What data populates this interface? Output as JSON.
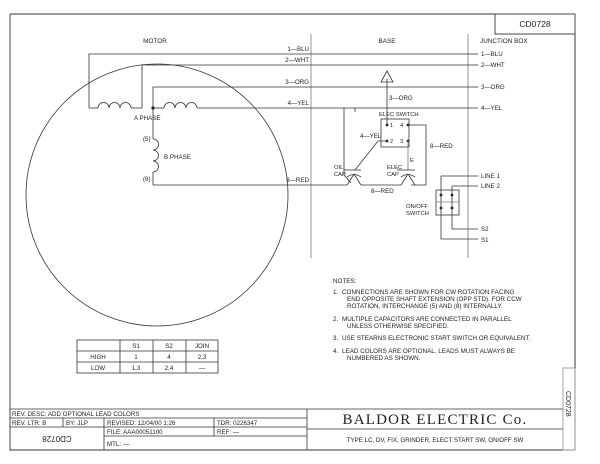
{
  "drawing_number": "CD0728",
  "drawing_number_rotated": "CD0728",
  "sections": {
    "motor": "MOTOR",
    "base": "BASE",
    "junction_box": "JUNCTION BOX"
  },
  "leads": {
    "blu": "1—BLU",
    "wht": "2—WHT",
    "org": "3—ORG",
    "yel": "4—YEL",
    "red": "8—RED",
    "yel_switch": "4—YEL",
    "org_switch": "3—ORG",
    "red_switch": "8—RED",
    "red_caps": "8—RED"
  },
  "motor_labels": {
    "a_phase": "A PHASE",
    "b_phase": "B PHASE",
    "lead5": "(5)",
    "lead8": "(8)"
  },
  "base_labels": {
    "elec_switch": "ELEC SWITCH",
    "terminal_1": "1",
    "terminal_2": "2",
    "terminal_3": "3",
    "terminal_4": "4",
    "e_marker": "E",
    "oil_cap_line1": "OIL",
    "oil_cap_line2": "CAP",
    "elec_cap_line1": "ELEC",
    "elec_cap_line2": "CAP",
    "onoff_line1": "ON/OFF",
    "onoff_line2": "SWITCH"
  },
  "junction_labels": {
    "line1": "LINE 1",
    "line2": "LINE 2",
    "s2": "S2",
    "s1": "S1"
  },
  "notes": {
    "title": "NOTES:",
    "items": [
      {
        "num": "1.",
        "lines": [
          "CONNECTIONS ARE SHOWN FOR CW ROTATION FACING",
          "END OPPOSITE SHAFT EXTENSION (OPP STD).  FOR CCW",
          "ROTATION, INTERCHANGE (5) AND (8) INTERNALLY."
        ]
      },
      {
        "num": "2.",
        "lines": [
          "MULTIPLE CAPACITORS ARE CONNECTED IN PARALLEL",
          "UNLESS OTHERWISE SPECIFIED."
        ]
      },
      {
        "num": "3.",
        "lines": [
          "USE STEARNS ELECTRONIC START SWITCH OR EQUIVALENT."
        ]
      },
      {
        "num": "4.",
        "lines": [
          "LEAD COLORS ARE OPTIONAL.  LEADS MUST ALWAYS BE",
          "NUMBERED AS SHOWN."
        ]
      }
    ]
  },
  "connection_table": {
    "headers": [
      "",
      "S1",
      "S2",
      "JOIN"
    ],
    "rows": [
      [
        "HIGH",
        "1",
        "4",
        "2,3"
      ],
      [
        "LOW",
        "1,3",
        "2,4",
        "—"
      ]
    ]
  },
  "title_block": {
    "rev_desc": "REV. DESC:  ADD OPTIONAL LEAD COLORS",
    "rev_ltr": "REV. LTR:  B",
    "by": "BY:  JLP",
    "revised": "REVISED: 12/04/00 1:26",
    "tdr": "TDR: 0226347",
    "file": "FILE: AAA00051100",
    "ref": "REF: —",
    "mtl": "MTL: —",
    "drawing_number_inverted": "CD0728",
    "company": "BALDOR  ELECTRIC  Co.",
    "description": "TYPE LC, DV, FIX, GRINDER, ELECT START SW, ON/OFF SW"
  }
}
